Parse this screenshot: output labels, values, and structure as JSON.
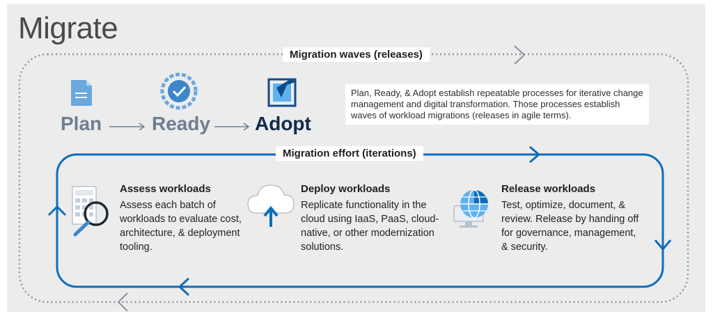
{
  "page_title": "Migrate",
  "waves": {
    "label": "Migration waves (releases)"
  },
  "effort": {
    "label": "Migration effort (iterations)"
  },
  "stages": {
    "plan": {
      "label": "Plan",
      "icon": "document-icon"
    },
    "ready": {
      "label": "Ready",
      "icon": "checkmark-gear-icon"
    },
    "adopt": {
      "label": "Adopt",
      "icon": "deploy-arrow-icon"
    }
  },
  "description": "Plan, Ready, & Adopt establish repeatable processes for iterative change management and digital transformation. Those processes establish waves of workload migrations (releases in agile terms).",
  "steps": [
    {
      "title": "Assess workloads",
      "body": "Assess each batch of workloads to evaluate cost, architecture, & deployment tooling.",
      "icon": "calculator-magnifier-icon"
    },
    {
      "title": "Deploy workloads",
      "body": "Replicate functionality in the cloud using IaaS, PaaS, cloud-native, or other modernization solutions.",
      "icon": "cloud-upload-icon"
    },
    {
      "title": "Release workloads",
      "body": "Test, optimize, document, & review. Release by handing off for governance, management, & security.",
      "icon": "globe-monitor-icon"
    }
  ],
  "colors": {
    "accent_blue": "#0f6cbd",
    "dotted_loop": "#8a93a0",
    "stage_gray": "#6f7f90",
    "adopt_dark": "#0f2a4a",
    "panel_bg": "#ececec"
  }
}
